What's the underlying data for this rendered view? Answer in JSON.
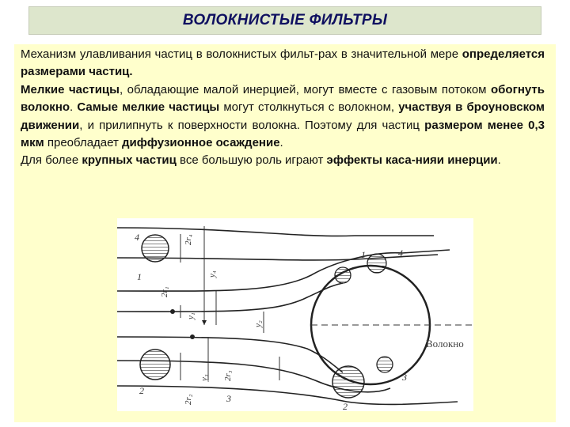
{
  "title": "ВОЛОКНИСТЫЕ ФИЛЬТРЫ",
  "paragraphs": [
    [
      {
        "t": "Механизм улавливания частиц в волокнистых фильт-рах в значительной мере ",
        "b": false
      },
      {
        "t": "определяется размерами частиц.",
        "b": true
      }
    ],
    [
      {
        "t": "Мелкие частицы",
        "b": true
      },
      {
        "t": ", обладающие малой инерцией, могут вместе с газовым потоком ",
        "b": false
      },
      {
        "t": "обогнуть волокно",
        "b": true
      },
      {
        "t": ". ",
        "b": false
      },
      {
        "t": "Самые мелкие частицы",
        "b": true
      },
      {
        "t": " могут столкнуться с волокном, ",
        "b": false
      },
      {
        "t": "участвуя в броуновском движении",
        "b": true
      },
      {
        "t": ", и прилипнуть к поверхности волокна. Поэтому для частиц ",
        "b": false
      },
      {
        "t": "размером менее 0,3 мкм",
        "b": true
      },
      {
        "t": " преобладает ",
        "b": false
      },
      {
        "t": "диффузионное осаждение",
        "b": true
      },
      {
        "t": ".",
        "b": false
      }
    ],
    [
      {
        "t": "Для более ",
        "b": false
      },
      {
        "t": "крупных частиц",
        "b": true
      },
      {
        "t": " все большую роль играют ",
        "b": false
      },
      {
        "t": "эффекты каса-нияи инерции",
        "b": true
      },
      {
        "t": ".",
        "b": false
      }
    ]
  ],
  "figure": {
    "fiber_label": "Волокно",
    "numbers": [
      "4",
      "1",
      "1",
      "4",
      "3",
      "2",
      "2",
      "3"
    ],
    "dims": [
      "2r₄",
      "2r₁",
      "y₄",
      "y₁",
      "y₂",
      "2r₃",
      "y₃",
      "2r₂"
    ]
  }
}
